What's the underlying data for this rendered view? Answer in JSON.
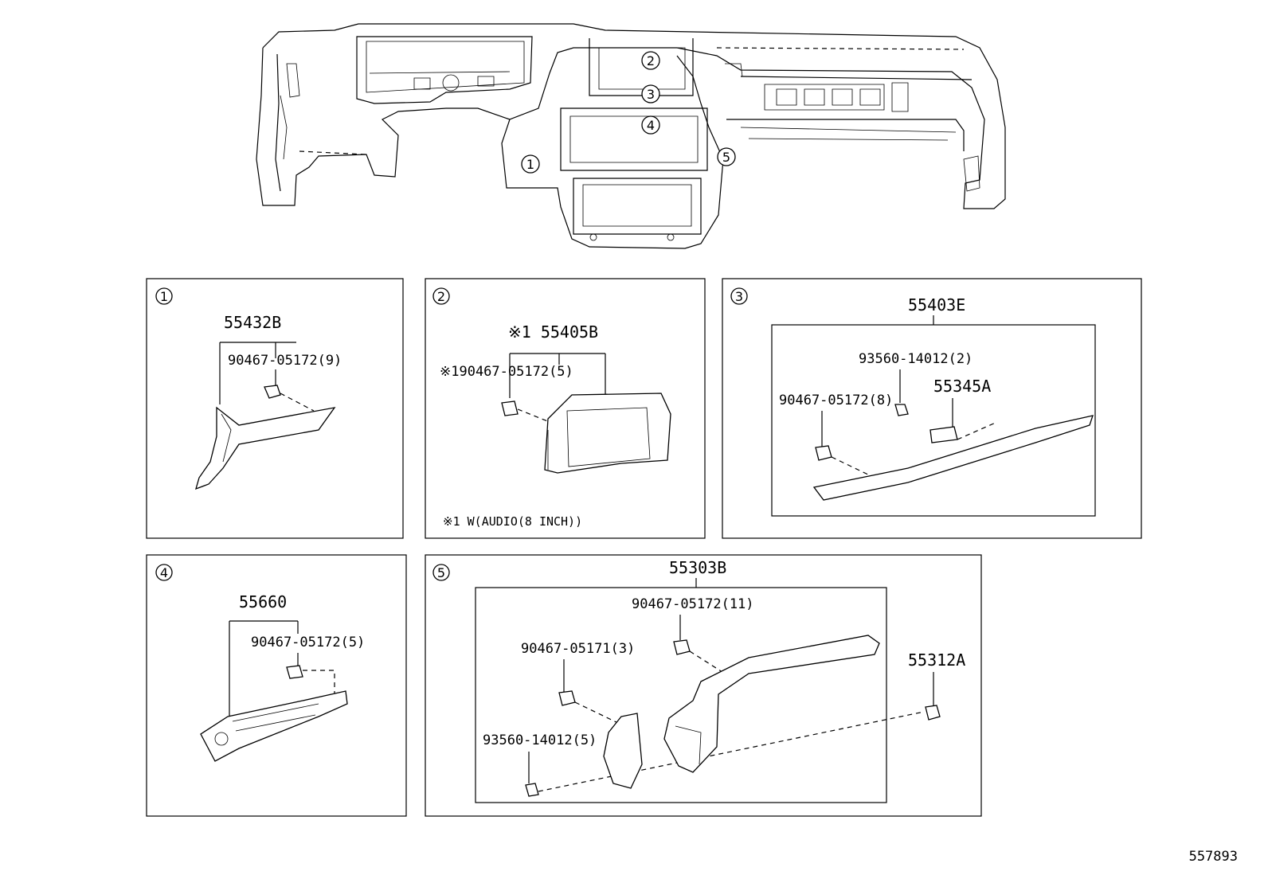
{
  "top_markers": [
    "1",
    "2",
    "3",
    "4",
    "5"
  ],
  "panels": [
    {
      "id": "1",
      "part_number": "55432B",
      "sub_parts": [
        "90467-05172(9)"
      ]
    },
    {
      "id": "2",
      "part_number": "※1 55405B",
      "sub_parts": [
        "※190467-05172(5)"
      ],
      "note": "※1 W(AUDIO(8 INCH))"
    },
    {
      "id": "3",
      "part_number": "55403E",
      "sub_parts": [
        "93560-14012(2)",
        "55345A",
        "90467-05172(8)"
      ]
    },
    {
      "id": "4",
      "part_number": "55660",
      "sub_parts": [
        "90467-05172(5)"
      ]
    },
    {
      "id": "5",
      "part_number": "55303B",
      "sub_parts": [
        "90467-05172(11)",
        "90467-05171(3)",
        "93560-14012(5)",
        "55312A"
      ]
    }
  ],
  "diagram_id": "557893"
}
